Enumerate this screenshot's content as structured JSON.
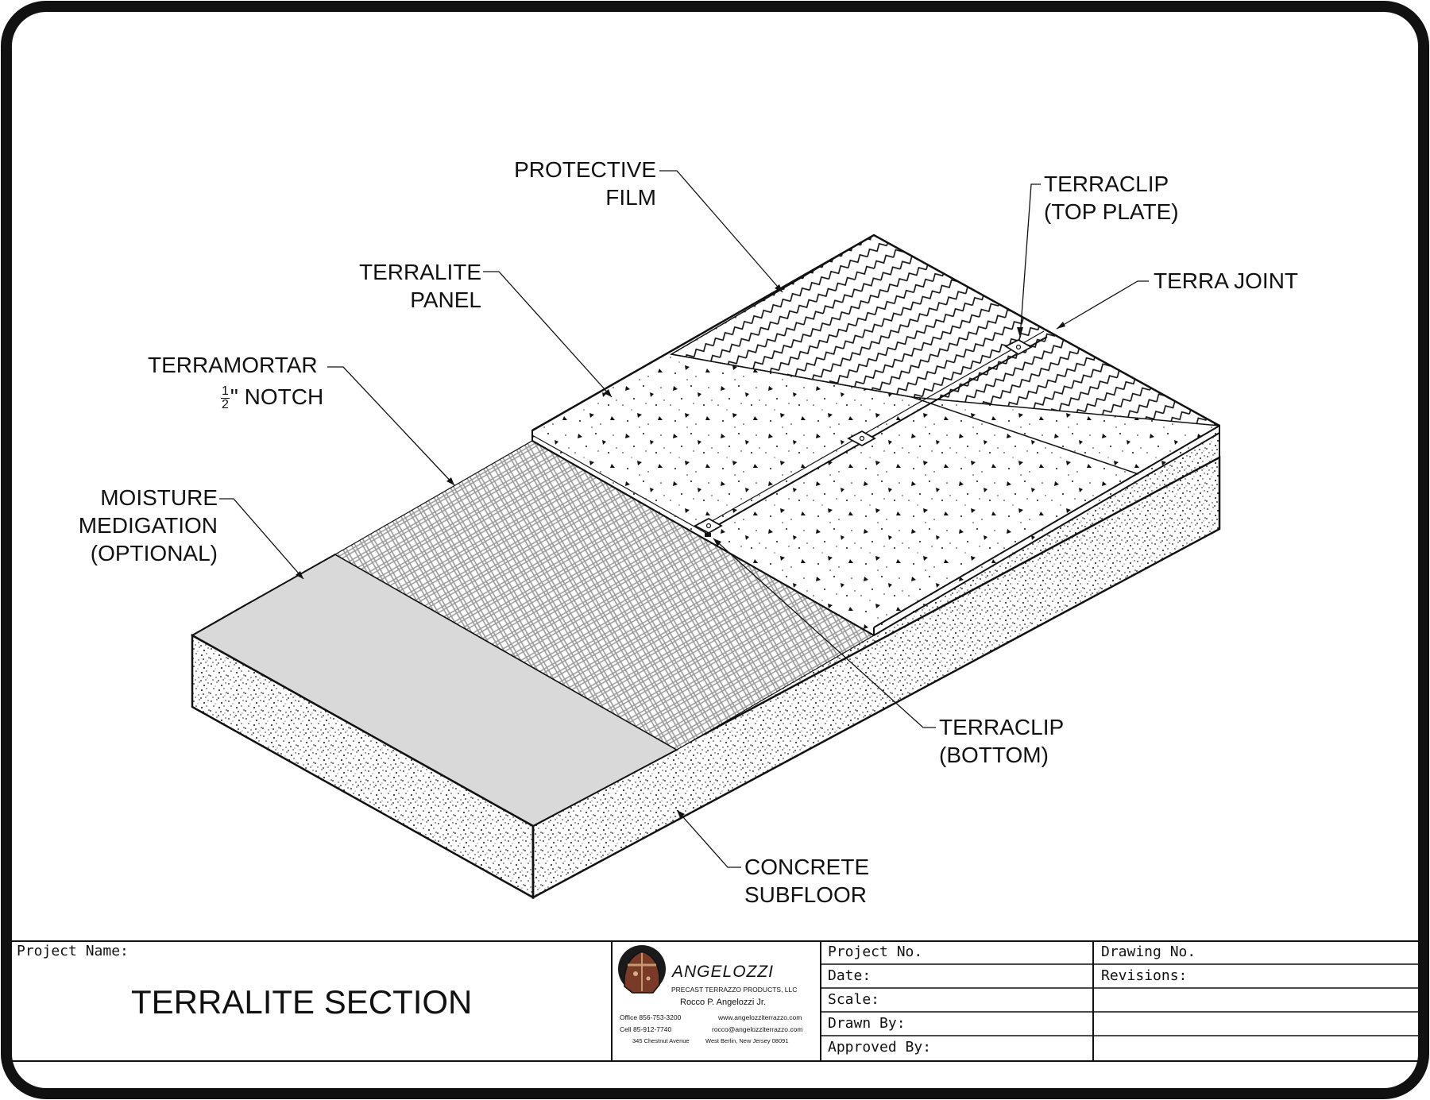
{
  "labels": {
    "protective_film": [
      "PROTECTIVE",
      "FILM"
    ],
    "terraclip_top": [
      "TERRACLIP",
      "(TOP PLATE)"
    ],
    "terra_joint": "TERRA JOINT",
    "terralite_panel": [
      "TERRALITE",
      "PANEL"
    ],
    "terramortar": "TERRAMORTAR",
    "notch_numerator": "1",
    "notch_denominator": "2",
    "notch_text": "\" NOTCH",
    "moisture": [
      "MOISTURE",
      "MEDIGATION",
      "(OPTIONAL)"
    ],
    "terraclip_bottom": [
      "TERRACLIP",
      "(BOTTOM)"
    ],
    "concrete": [
      "CONCRETE",
      "SUBFLOOR"
    ]
  },
  "title_block": {
    "project_name_label": "Project  Name:",
    "title": "TERRALITE SECTION",
    "project_no_label": "Project  No.",
    "date_label": "Date:",
    "scale_label": "Scale:",
    "drawn_by_label": "Drawn  By:",
    "approved_by_label": "Approved  By:",
    "drawing_no_label": "Drawing  No.",
    "revisions_label": "Revisions:"
  },
  "company": {
    "name": "ANGELOZZI",
    "subtitle": "PRECAST TERRAZZO PRODUCTS, LLC",
    "person": "Rocco P. Angelozzi Jr.",
    "office": "Office 856-753-3200",
    "cell": "Cell 85-912-7740",
    "address": "345 Chestnut Avenue",
    "website": "www.angelozziterrazzo.com",
    "email": "rocco@angelozziterrazzo.com",
    "city": "West Berlin, New Jersey 08091"
  },
  "colors": {
    "line": "#111111",
    "moisture_fill": "#d9d9d9",
    "mortar_hatch": "#9a9a9a"
  }
}
